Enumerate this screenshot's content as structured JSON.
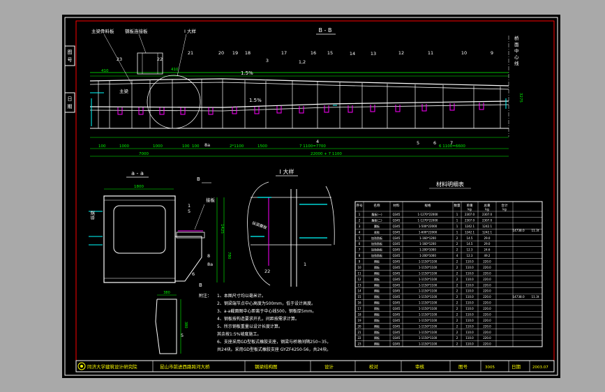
{
  "colors": {
    "frame": "#ffffff",
    "title_bar": "#ffff00",
    "dims": "#00ff00",
    "text": "#ffffff",
    "cyan": "#00ffff",
    "magenta": "#ff00ff",
    "red": "#ff0000",
    "yellow": "#ffff00"
  },
  "side_labels": [
    "图",
    "号",
    "日",
    "期"
  ],
  "section_bb": {
    "title": "B - B",
    "left_labels": [
      "主梁骨料板",
      "钢板连接板",
      "I 大样"
    ],
    "main_label": "主梁",
    "right_label": [
      "桥",
      "面",
      "中",
      "心",
      "线"
    ],
    "part_numbers": [
      "23",
      "22",
      "21",
      "20",
      "19",
      "18",
      "3",
      "17",
      "1,2",
      "16",
      "15",
      "14",
      "13",
      "12",
      "11",
      "10",
      "9"
    ],
    "slope_top": "1.5%",
    "slope_bottom": "1.5%",
    "callouts_bottom": [
      "8a",
      "4",
      "5",
      "6",
      "7"
    ],
    "dim_top_left": "410",
    "dim_top_mid": "410",
    "dim_right": "3275",
    "dim_bottom_row1": [
      "100",
      "1000",
      "1000",
      "100",
      "100",
      "2*1100",
      "1500"
    ],
    "dim_bottom_mid": "7 1100=7700",
    "dim_bottom_right": "6 1100=6600",
    "dim_total_left": "7000",
    "dim_total_right": "22000 + 7 1100"
  },
  "section_aa": {
    "title": "a - a",
    "top_dim": "1800",
    "label_b": "B",
    "label_left": "纵梁",
    "label_right": "接板",
    "parts": [
      "1",
      "8",
      "8a",
      "6",
      "5"
    ],
    "dims_right": [
      "1425",
      "780"
    ]
  },
  "detail_i": {
    "title": "I 大样",
    "labels": [
      "纵梁腹板",
      "22",
      "1"
    ]
  },
  "detail_small": {
    "label": "5",
    "dims": [
      "380",
      "380"
    ]
  },
  "notes": {
    "heading": "附注：",
    "lines": [
      "1、本图尺寸均以毫米计。",
      "2、钢梁端节点中心高度为500mm，低于设计高度。",
      "3、a-a截面图中心距离于中心线500，钢板厚5mm。",
      "4、钢板按构造要求开孔，间距按需求计算。",
      "5、所示钢板重量以设计长度计算。",
      "   其余按1:5%坡度施工。",
      "6、支座采用GD型板式橡胶支座，钢梁与桥墩间隔250~35，",
      "   共24块。采用GD型板式橡胶支座 GYZF4250-56，共24块。"
    ]
  },
  "materials_table": {
    "title": "材料明细表",
    "headers": [
      "序号",
      "名称",
      "材料",
      "规格",
      "数量",
      "单重",
      "总重",
      "合计"
    ],
    "unit_headers": [
      "kg",
      "kg",
      "kg"
    ],
    "rows": [
      [
        "1",
        "腹板(一)",
        "Q345",
        "1-1270*22000",
        "1",
        "2307.0",
        "2307.0"
      ],
      [
        "2",
        "腹板(二)",
        "Q345",
        "1-1270*22000",
        "1",
        "2307.0",
        "2307.0"
      ],
      [
        "3",
        "翼板",
        "Q345",
        "1-500*22000",
        "1",
        "1242.1",
        "1242.1"
      ],
      [
        "4",
        "底板",
        "Q345",
        "1-600*22000",
        "1",
        "1242.1",
        "1242.1"
      ],
      [
        "5",
        "加劲肋板",
        "Q345",
        "1-160*1200",
        "2",
        "14.5",
        "29.0"
      ],
      [
        "6",
        "加劲肋板",
        "Q345",
        "1-160*1200",
        "2",
        "14.5",
        "29.0"
      ],
      [
        "7",
        "加劲肋板",
        "Q345",
        "1-200*1000",
        "2",
        "12.3",
        "24.6"
      ],
      [
        "8",
        "加劲肋板",
        "Q345",
        "1-200*1000",
        "4",
        "12.3",
        "49.2"
      ],
      [
        "9",
        "隔板",
        "Q345",
        "1-1150*1100",
        "2",
        "110.0",
        "220.0"
      ],
      [
        "10",
        "隔板",
        "Q345",
        "1-1150*1100",
        "2",
        "110.0",
        "220.0"
      ],
      [
        "11",
        "隔板",
        "Q345",
        "1-1150*1100",
        "2",
        "110.0",
        "220.0"
      ],
      [
        "12",
        "隔板",
        "Q345",
        "1-1150*1100",
        "2",
        "110.0",
        "220.0"
      ],
      [
        "13",
        "隔板",
        "Q345",
        "1-1150*1100",
        "2",
        "110.0",
        "220.0"
      ],
      [
        "14",
        "隔板",
        "Q345",
        "1-1150*1100",
        "2",
        "110.0",
        "220.0"
      ],
      [
        "15",
        "隔板",
        "Q345",
        "1-1150*1100",
        "2",
        "110.0",
        "220.0"
      ],
      [
        "16",
        "隔板",
        "Q345",
        "1-1150*1100",
        "2",
        "110.0",
        "220.0"
      ],
      [
        "17",
        "隔板",
        "Q345",
        "1-1150*1100",
        "2",
        "110.0",
        "220.0"
      ],
      [
        "18",
        "隔板",
        "Q345",
        "1-1150*1100",
        "2",
        "110.0",
        "220.0"
      ],
      [
        "19",
        "隔板",
        "Q345",
        "1-1150*1100",
        "2",
        "110.0",
        "220.0"
      ],
      [
        "20",
        "隔板",
        "Q345",
        "1-1150*1100",
        "2",
        "110.0",
        "220.0"
      ],
      [
        "21",
        "隔板",
        "Q345",
        "1-1150*1100",
        "2",
        "110.0",
        "220.0"
      ],
      [
        "22",
        "隔板",
        "Q345",
        "1-1150*1100",
        "2",
        "110.0",
        "220.0"
      ],
      [
        "23",
        "隔板",
        "Q345",
        "1-1150*1100",
        "2",
        "110.0",
        "220.0"
      ]
    ],
    "subtotals": [
      "14738.0",
      "11.3t"
    ]
  },
  "title_block": {
    "org": "同济大学建筑设计研究院",
    "project": "昆山市前进西路跨河大桥",
    "drawing": "钢梁结构图",
    "design": "设计",
    "check": "校对",
    "review": "审核",
    "drawing_no_label": "图号",
    "drawing_no": "3005",
    "date_label": "日期",
    "date": "2003.07"
  }
}
